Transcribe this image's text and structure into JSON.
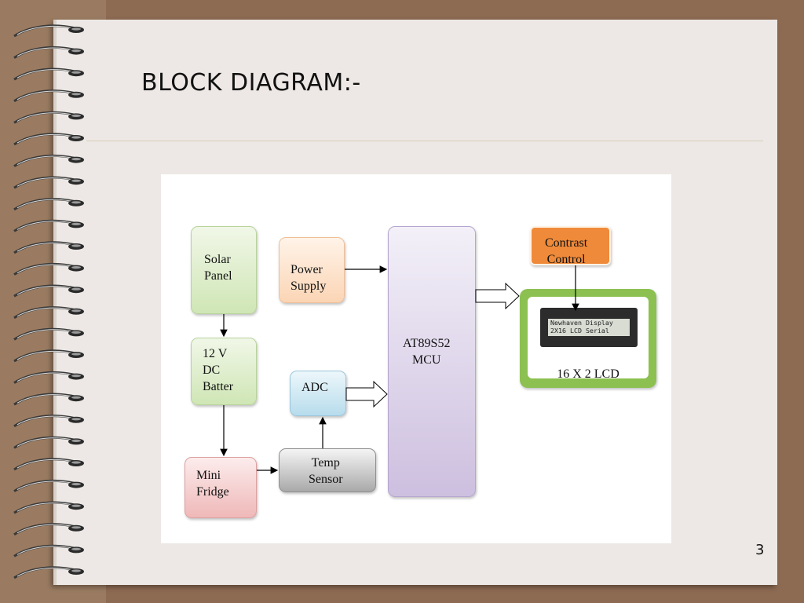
{
  "slide": {
    "title": "BLOCK DIAGRAM:-",
    "page_number": "3"
  },
  "diagram": {
    "blocks": {
      "solar_panel": "Solar\nPanel",
      "battery": "12 V\nDC\nBatter",
      "mini_fridge": "Mini\nFridge",
      "power_supply": "Power\nSupply",
      "adc": "ADC",
      "temp_sensor": "Temp\nSensor",
      "mcu": "AT89S52\nMCU",
      "contrast_control": "Contrast\nControl",
      "lcd_caption": "16 X 2 LCD"
    },
    "lcd_screen_lines": [
      "Newhaven Display",
      "2X16 LCD Serial"
    ],
    "colors": {
      "solar_panel": "#cfe6b5",
      "battery": "#cfe6b5",
      "mini_fridge": "#efb8b8",
      "power_supply": "#fbd5b5",
      "adc": "#b7dcec",
      "temp_sensor": "#a9a9a9",
      "mcu": "#cdbfdf",
      "contrast_control": "#ef8a3a",
      "lcd_frame": "#8cc152"
    }
  }
}
